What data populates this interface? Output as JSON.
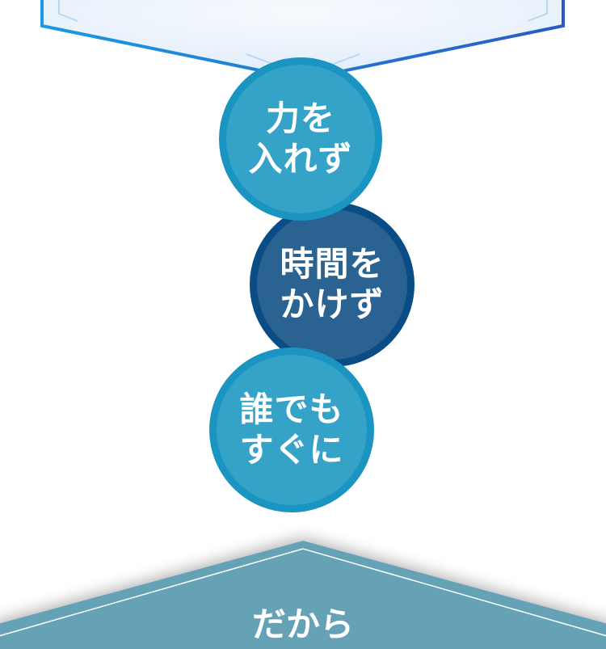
{
  "circles": [
    {
      "line1": "力を",
      "line2": "入れず"
    },
    {
      "line1": "時間を",
      "line2": "かけず"
    },
    {
      "line1": "誰でも",
      "line2": "すぐに"
    }
  ],
  "banner": {
    "text": "だから"
  },
  "colors": {
    "hex_border_left": "#1a9ae0",
    "hex_border_right": "#2a5bc4",
    "hex_fill": "#eaf3fc",
    "circle_light_fill": "#35a2c8",
    "circle_light_border": "#1a94c0",
    "circle_dark_fill": "#2a6391",
    "circle_dark_border": "#094c86",
    "banner_fill": "#66a2b6"
  }
}
